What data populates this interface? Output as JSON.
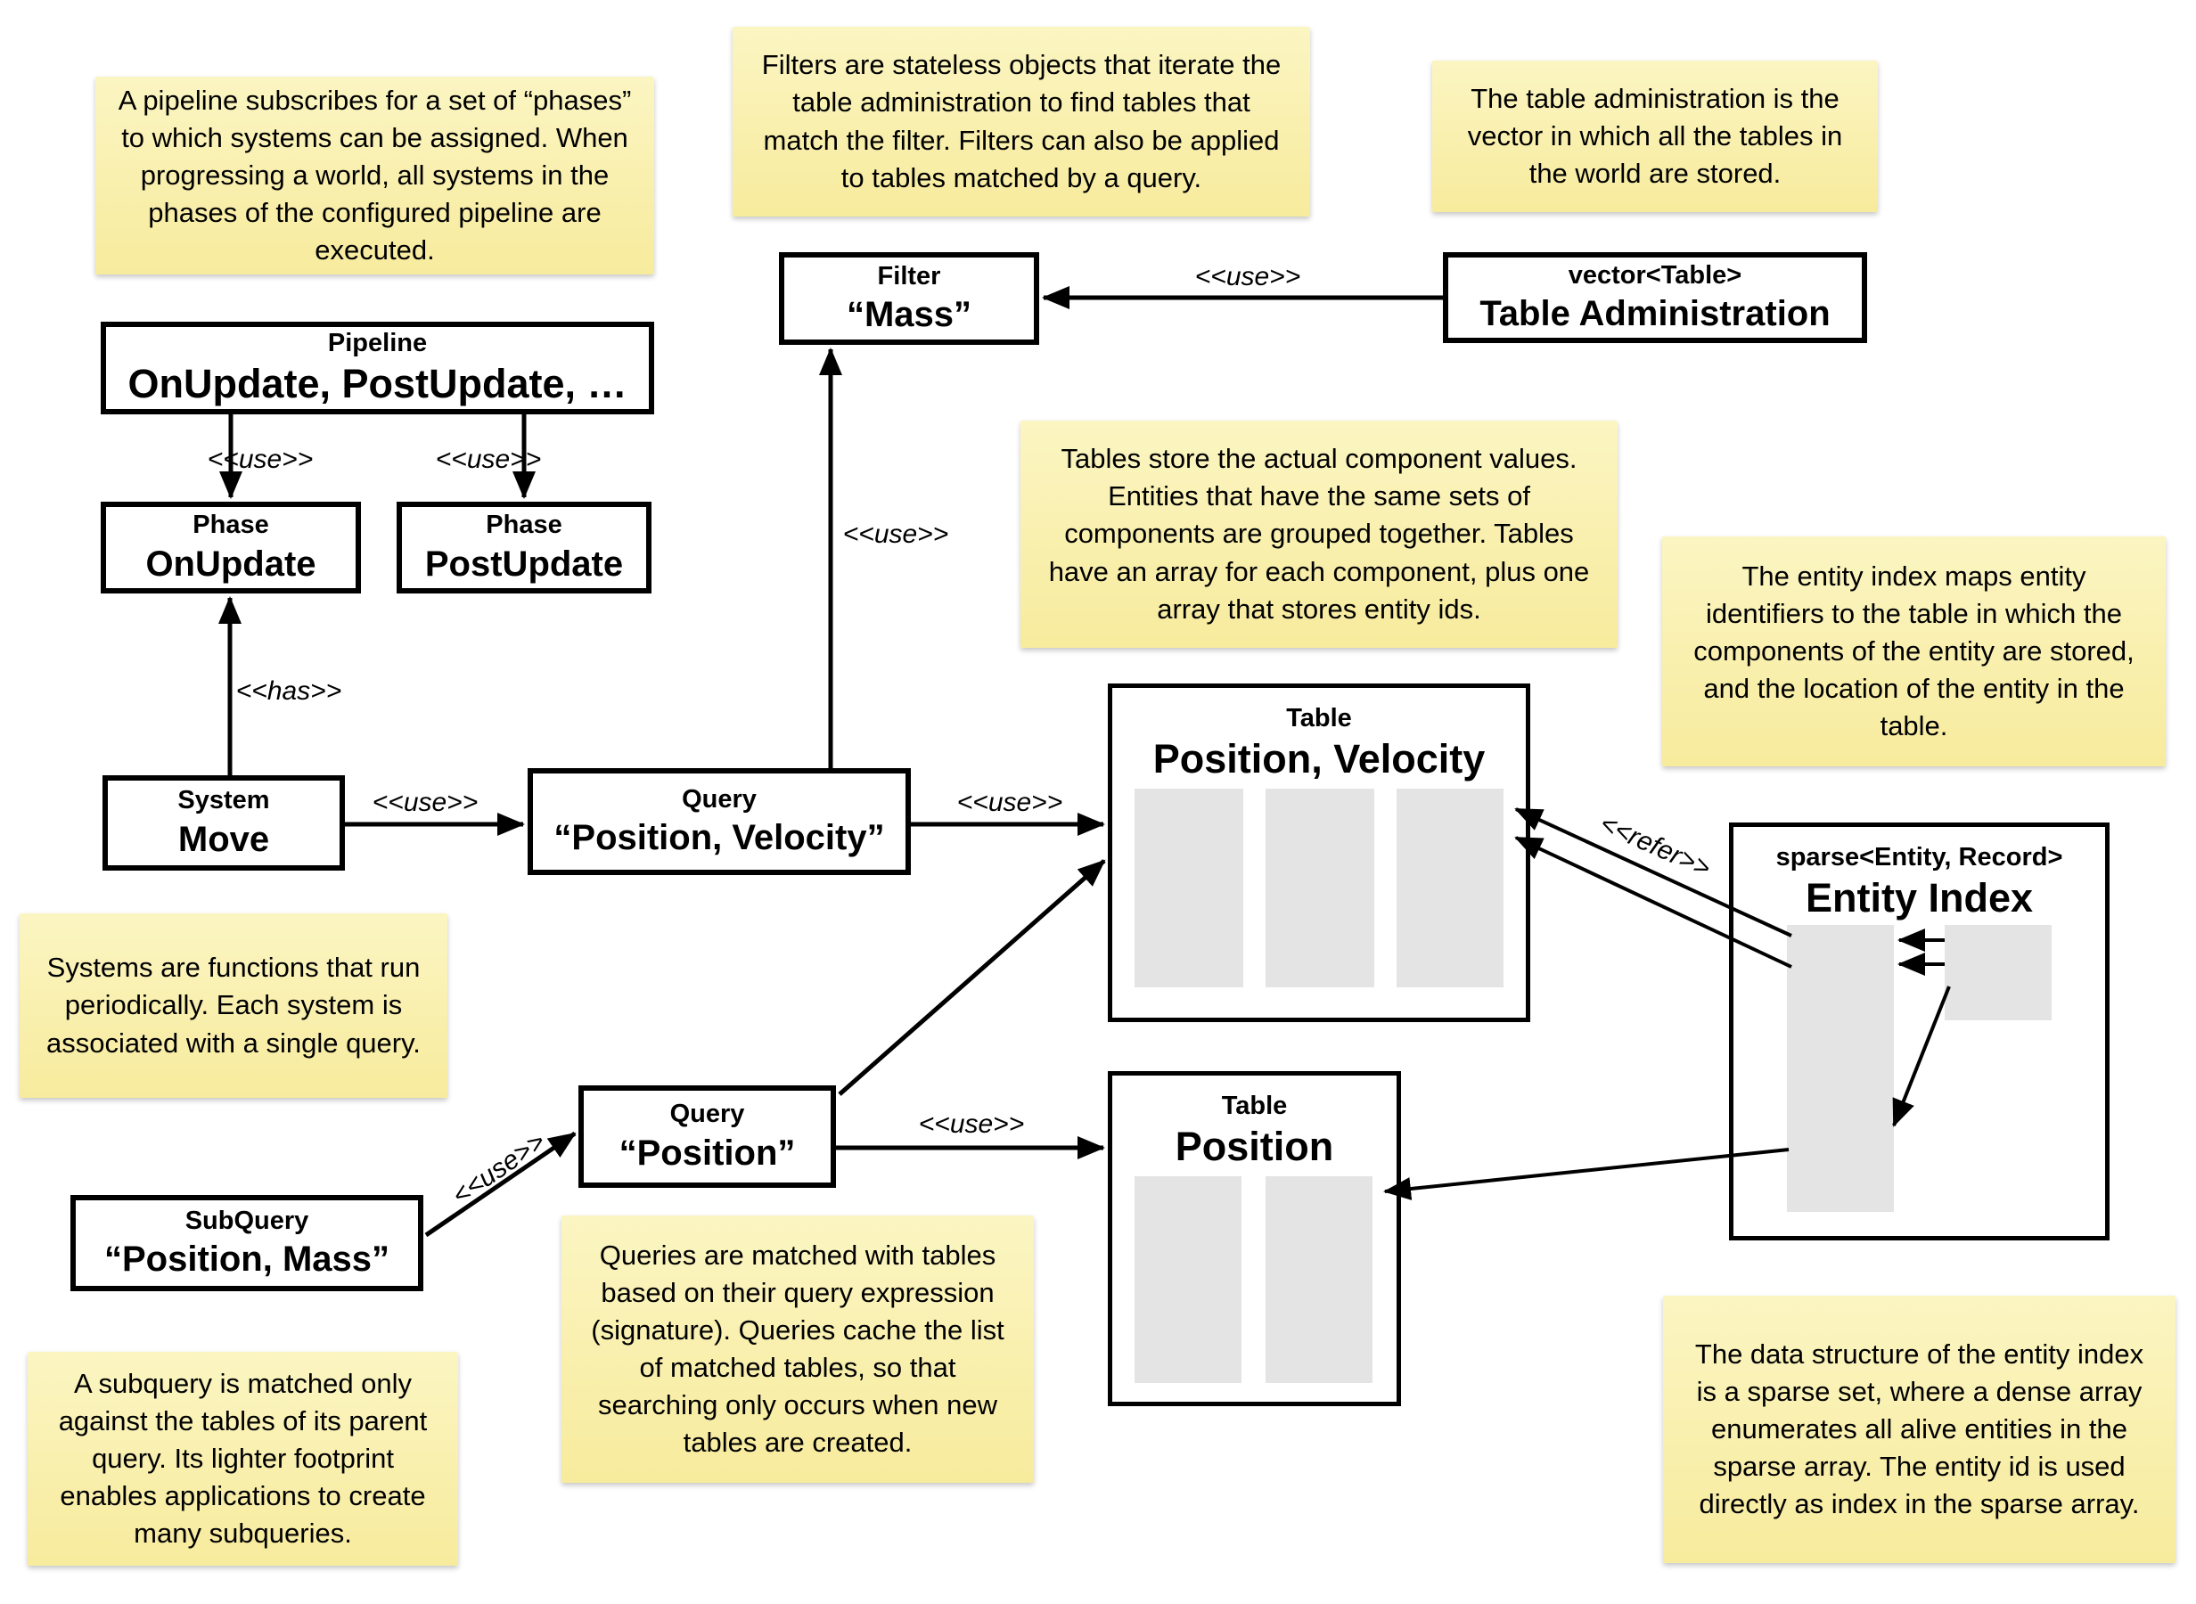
{
  "notes": {
    "pipeline": "A pipeline subscribes for a set of “phases” to which systems can be assigned. When progressing a world, all systems in the phases of the configured pipeline are executed.",
    "filters": "Filters are stateless objects that iterate the table administration to find tables that match the filter. Filters can also be applied to tables matched by a query.",
    "table_admin": "The table administration is the vector in which all the tables in the world are stored.",
    "tables": "Tables store the actual component values. Entities that have the same sets of components are grouped together. Tables have an array for each component, plus one array that stores entity ids.",
    "entity_index": "The entity index maps entity identifiers to the table in which the components of the entity are stored, and the location of the entity in the table.",
    "systems": "Systems are functions that run periodically. Each system is associated with a single query.",
    "queries": "Queries are matched with tables based on their query expression (signature). Queries cache the list of matched tables, so that searching only occurs when new tables are created.",
    "subquery": "A subquery is matched only against the tables of its parent query. Its lighter footprint enables applications to create many subqueries.",
    "sparse_set": "The data structure of the entity index is a sparse set, where a dense array enumerates all alive entities in the sparse array. The entity id is used directly as index in the sparse array."
  },
  "boxes": {
    "pipeline": {
      "stereotype": "Pipeline",
      "name": "OnUpdate, PostUpdate, …"
    },
    "phase_onupdate": {
      "stereotype": "Phase",
      "name": "OnUpdate"
    },
    "phase_postupdate": {
      "stereotype": "Phase",
      "name": "PostUpdate"
    },
    "system_move": {
      "stereotype": "System",
      "name": "Move"
    },
    "query_pv": {
      "stereotype": "Query",
      "name": "“Position, Velocity”"
    },
    "filter_mass": {
      "stereotype": "Filter",
      "name": "“Mass”"
    },
    "table_admin": {
      "stereotype": "vector<Table>",
      "name": "Table Administration"
    },
    "table_pv": {
      "stereotype": "Table",
      "name": "Position, Velocity"
    },
    "table_pos": {
      "stereotype": "Table",
      "name": "Position"
    },
    "query_pos": {
      "stereotype": "Query",
      "name": "“Position”"
    },
    "subquery": {
      "stereotype": "SubQuery",
      "name": "“Position, Mass”"
    },
    "entity_index": {
      "stereotype": "sparse<Entity, Record>",
      "name": "Entity Index"
    }
  },
  "edge_labels": {
    "pipeline_onupdate": "<<use>>",
    "pipeline_postupdate": "<<use>>",
    "system_has_phase": "<<has>>",
    "system_query": "<<use>>",
    "query_filter": "<<use>>",
    "table_admin_filter": "<<use>>",
    "query_table": "<<use>>",
    "entity_index_refer": "<<refer>>",
    "subquery_query": "<<use>>",
    "query_pos_table": "<<use>>"
  },
  "colors": {
    "note_background": "#F8EEA4",
    "box_border": "#000000",
    "array_fill": "#E4E4E4"
  }
}
